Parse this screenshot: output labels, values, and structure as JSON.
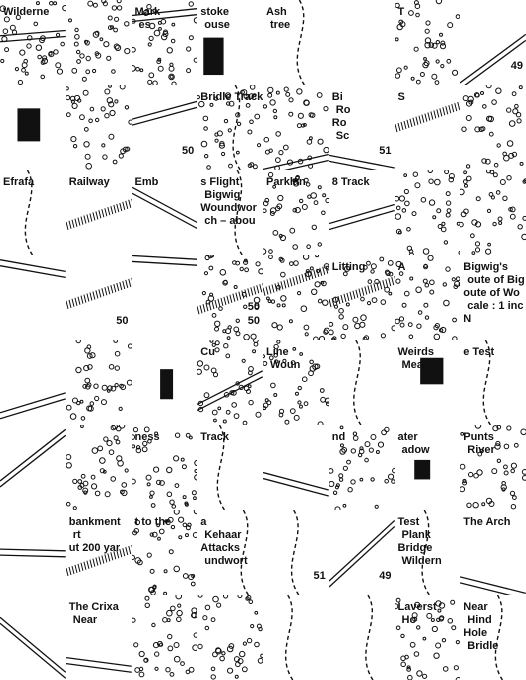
{
  "puzzle": {
    "title": "Watership Down map jigsaw (scrambled tiles)",
    "grid": {
      "columns": 8,
      "rows": 8
    },
    "tiles": [
      {
        "row": 0,
        "col": 0,
        "texts": [
          "Wilderne"
        ],
        "numbers": []
      },
      {
        "row": 0,
        "col": 1,
        "texts": [],
        "numbers": []
      },
      {
        "row": 0,
        "col": 2,
        "texts": [
          "Mark",
          "es"
        ],
        "numbers": []
      },
      {
        "row": 0,
        "col": 3,
        "texts": [
          "stoke",
          "ouse"
        ],
        "numbers": []
      },
      {
        "row": 0,
        "col": 4,
        "texts": [
          "Ash",
          "tree"
        ],
        "numbers": []
      },
      {
        "row": 0,
        "col": 5,
        "texts": [],
        "numbers": []
      },
      {
        "row": 0,
        "col": 6,
        "texts": [
          "T"
        ],
        "numbers": []
      },
      {
        "row": 0,
        "col": 7,
        "texts": [],
        "numbers": [
          "49"
        ]
      },
      {
        "row": 1,
        "col": 0,
        "texts": [],
        "numbers": []
      },
      {
        "row": 1,
        "col": 1,
        "texts": [],
        "numbers": []
      },
      {
        "row": 1,
        "col": 2,
        "texts": [],
        "numbers": [
          "50"
        ]
      },
      {
        "row": 1,
        "col": 3,
        "texts": [
          "Bridle Track"
        ],
        "numbers": []
      },
      {
        "row": 1,
        "col": 4,
        "texts": [],
        "numbers": []
      },
      {
        "row": 1,
        "col": 5,
        "texts": [
          "Bi",
          "Ro",
          "Ro",
          "Sc"
        ],
        "numbers": [
          "51"
        ]
      },
      {
        "row": 1,
        "col": 6,
        "texts": [
          "S"
        ],
        "numbers": []
      },
      {
        "row": 1,
        "col": 7,
        "texts": [],
        "numbers": []
      },
      {
        "row": 2,
        "col": 0,
        "texts": [
          "Efrafa"
        ],
        "numbers": []
      },
      {
        "row": 2,
        "col": 1,
        "texts": [
          "Railway"
        ],
        "numbers": []
      },
      {
        "row": 2,
        "col": 2,
        "texts": [
          "Emb"
        ],
        "numbers": []
      },
      {
        "row": 2,
        "col": 3,
        "texts": [
          "s Flight",
          "Bigwig",
          "Woundwor",
          "ch – abou"
        ],
        "numbers": []
      },
      {
        "row": 2,
        "col": 4,
        "texts": [
          "Parklan"
        ],
        "numbers": []
      },
      {
        "row": 2,
        "col": 5,
        "texts": [
          "8 Track"
        ],
        "numbers": []
      },
      {
        "row": 2,
        "col": 6,
        "texts": [],
        "numbers": []
      },
      {
        "row": 2,
        "col": 7,
        "texts": [],
        "numbers": []
      },
      {
        "row": 3,
        "col": 0,
        "texts": [],
        "numbers": []
      },
      {
        "row": 3,
        "col": 1,
        "texts": [],
        "numbers": [
          "50"
        ]
      },
      {
        "row": 3,
        "col": 2,
        "texts": [],
        "numbers": []
      },
      {
        "row": 3,
        "col": 3,
        "texts": [],
        "numbers": [
          "50",
          "50"
        ]
      },
      {
        "row": 3,
        "col": 4,
        "texts": [],
        "numbers": []
      },
      {
        "row": 3,
        "col": 5,
        "texts": [
          "Litting"
        ],
        "numbers": []
      },
      {
        "row": 3,
        "col": 6,
        "texts": [
          "A"
        ],
        "numbers": []
      },
      {
        "row": 3,
        "col": 7,
        "texts": [
          "Bigwig's",
          "oute of Big",
          "oute of Wo",
          "cale : 1 inc",
          "N"
        ],
        "numbers": []
      },
      {
        "row": 4,
        "col": 0,
        "texts": [],
        "numbers": []
      },
      {
        "row": 4,
        "col": 1,
        "texts": [],
        "numbers": []
      },
      {
        "row": 4,
        "col": 2,
        "texts": [],
        "numbers": []
      },
      {
        "row": 4,
        "col": 3,
        "texts": [
          "Cu"
        ],
        "numbers": []
      },
      {
        "row": 4,
        "col": 4,
        "texts": [
          "Line",
          "Woun"
        ],
        "numbers": []
      },
      {
        "row": 4,
        "col": 5,
        "texts": [],
        "numbers": []
      },
      {
        "row": 4,
        "col": 6,
        "texts": [
          "Weirds",
          "Mea"
        ],
        "numbers": []
      },
      {
        "row": 4,
        "col": 7,
        "texts": [
          "e Test"
        ],
        "numbers": []
      },
      {
        "row": 5,
        "col": 0,
        "texts": [],
        "numbers": []
      },
      {
        "row": 5,
        "col": 1,
        "texts": [],
        "numbers": []
      },
      {
        "row": 5,
        "col": 2,
        "texts": [
          "ness"
        ],
        "numbers": []
      },
      {
        "row": 5,
        "col": 3,
        "texts": [
          "Track"
        ],
        "numbers": []
      },
      {
        "row": 5,
        "col": 4,
        "texts": [],
        "numbers": []
      },
      {
        "row": 5,
        "col": 5,
        "texts": [
          "nd"
        ],
        "numbers": []
      },
      {
        "row": 5,
        "col": 6,
        "texts": [
          "ater",
          "adow"
        ],
        "numbers": []
      },
      {
        "row": 5,
        "col": 7,
        "texts": [
          "Punts",
          "River"
        ],
        "numbers": []
      },
      {
        "row": 6,
        "col": 0,
        "texts": [],
        "numbers": []
      },
      {
        "row": 6,
        "col": 1,
        "texts": [
          "bankment",
          "rt",
          "ut 200 yar"
        ],
        "numbers": []
      },
      {
        "row": 6,
        "col": 2,
        "texts": [
          "t to the"
        ],
        "numbers": []
      },
      {
        "row": 6,
        "col": 3,
        "texts": [
          "a",
          "Kehaar",
          "Attacks",
          "undwort"
        ],
        "numbers": []
      },
      {
        "row": 6,
        "col": 4,
        "texts": [],
        "numbers": [
          "51"
        ]
      },
      {
        "row": 6,
        "col": 5,
        "texts": [],
        "numbers": [
          "49"
        ]
      },
      {
        "row": 6,
        "col": 6,
        "texts": [
          "Test",
          "Plank",
          "Bridge",
          "Wildern"
        ],
        "numbers": []
      },
      {
        "row": 6,
        "col": 7,
        "texts": [
          "The Arch"
        ],
        "numbers": []
      },
      {
        "row": 7,
        "col": 0,
        "texts": [],
        "numbers": []
      },
      {
        "row": 7,
        "col": 1,
        "texts": [
          "The Crixa",
          "Near"
        ],
        "numbers": []
      },
      {
        "row": 7,
        "col": 2,
        "texts": [],
        "numbers": []
      },
      {
        "row": 7,
        "col": 3,
        "texts": [],
        "numbers": []
      },
      {
        "row": 7,
        "col": 4,
        "texts": [],
        "numbers": []
      },
      {
        "row": 7,
        "col": 5,
        "texts": [],
        "numbers": []
      },
      {
        "row": 7,
        "col": 6,
        "texts": [
          "Laverst",
          "Ho"
        ],
        "numbers": []
      },
      {
        "row": 7,
        "col": 7,
        "texts": [
          "Near",
          "Hind",
          "Hole",
          "Bridle"
        ],
        "numbers": []
      }
    ]
  }
}
